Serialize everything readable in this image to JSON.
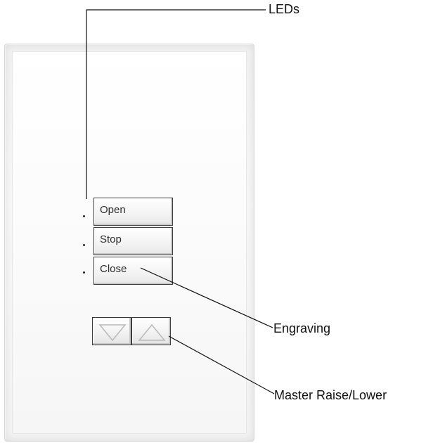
{
  "keypad": {
    "buttons": [
      {
        "label": "Open"
      },
      {
        "label": "Stop"
      },
      {
        "label": "Close"
      }
    ],
    "master_buttons": [
      {
        "icon": "lower-arrow-icon"
      },
      {
        "icon": "raise-arrow-icon"
      }
    ]
  },
  "callouts": {
    "leds": "LEDs",
    "engraving": "Engraving",
    "master": "Master Raise/Lower"
  }
}
